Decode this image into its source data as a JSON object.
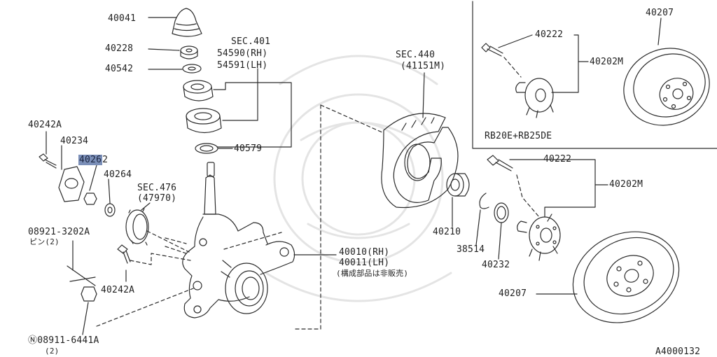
{
  "labels": {
    "p40041": "40041",
    "p40228": "40228",
    "p40542": "40542",
    "sec401": "SEC.401",
    "b54590": "54590(RH)",
    "b54591": "54591(LH)",
    "p40242a_top": "40242A",
    "p40234": "40234",
    "p40262_a": "4026",
    "p40262_b": "2",
    "p40264": "40264",
    "sec476": "SEC.476",
    "b47970": "(47970)",
    "p40579": "40579",
    "pin_part": "08921-3202A",
    "pin_qty": "ピン(2)",
    "p40242a_bottom": "40242A",
    "nut_part": "Ⓝ08911-6441A",
    "nut_qty": "(2)",
    "sec440": "SEC.440",
    "b41151m": "(41151M)",
    "p40010": "40010(RH)",
    "p40011": "40011(LH)",
    "jp_note": "(構成部品は非販売)",
    "p40210": "40210",
    "p38514": "38514",
    "p40232": "40232",
    "p40222_main": "40222",
    "p40202m_main": "40202M",
    "p40207_main": "40207",
    "p40222_inset": "40222",
    "p40202m_inset": "40202M",
    "p40207_inset": "40207",
    "inset_caption": "RB20E+RB25DE",
    "diagram_code": "A4000132"
  },
  "colors": {
    "line": "#2b2b2b",
    "highlight": "#7b8fb8",
    "watermark": "#e6e6e6"
  }
}
